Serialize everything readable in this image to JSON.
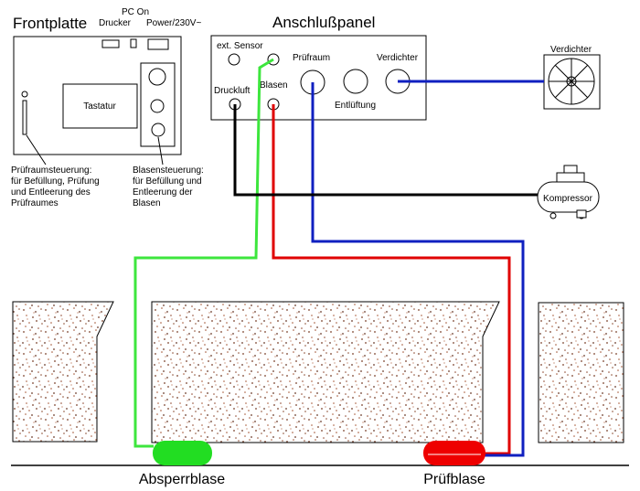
{
  "front_panel": {
    "title": "Frontplatte",
    "pc_on": "PC On",
    "printer": "Drucker",
    "power": "Power/230V~",
    "keyboard": "Tastatur",
    "chamber_control": [
      "Prüfraumsteuerung:",
      "für Befüllung, Prüfung",
      "und Entleerung des",
      "Prüfraumes"
    ],
    "bladder_control": [
      "Blasensteuerung:",
      "für Befüllung und",
      "Entleerung der",
      "Blasen"
    ]
  },
  "connection_panel": {
    "title": "Anschlußpanel",
    "ext_sensor": "ext. Sensor",
    "test_chamber": "Prüfraum",
    "compressor_port": "Verdichter",
    "compressed_air": "Druckluft",
    "bladders": "Blasen",
    "venting": "Entlüftung"
  },
  "devices": {
    "fan": "Verdichter",
    "compressor": "Kompressor"
  },
  "bottom": {
    "left_bladder": "Absperrblase",
    "right_bladder": "Prüfblase"
  },
  "colors": {
    "green_line": "#3de63d",
    "red_line": "#e00000",
    "blue_line": "#1020c0",
    "black_line": "#000000",
    "green_bladder": "#22dd22",
    "red_bladder": "#ee0000"
  }
}
